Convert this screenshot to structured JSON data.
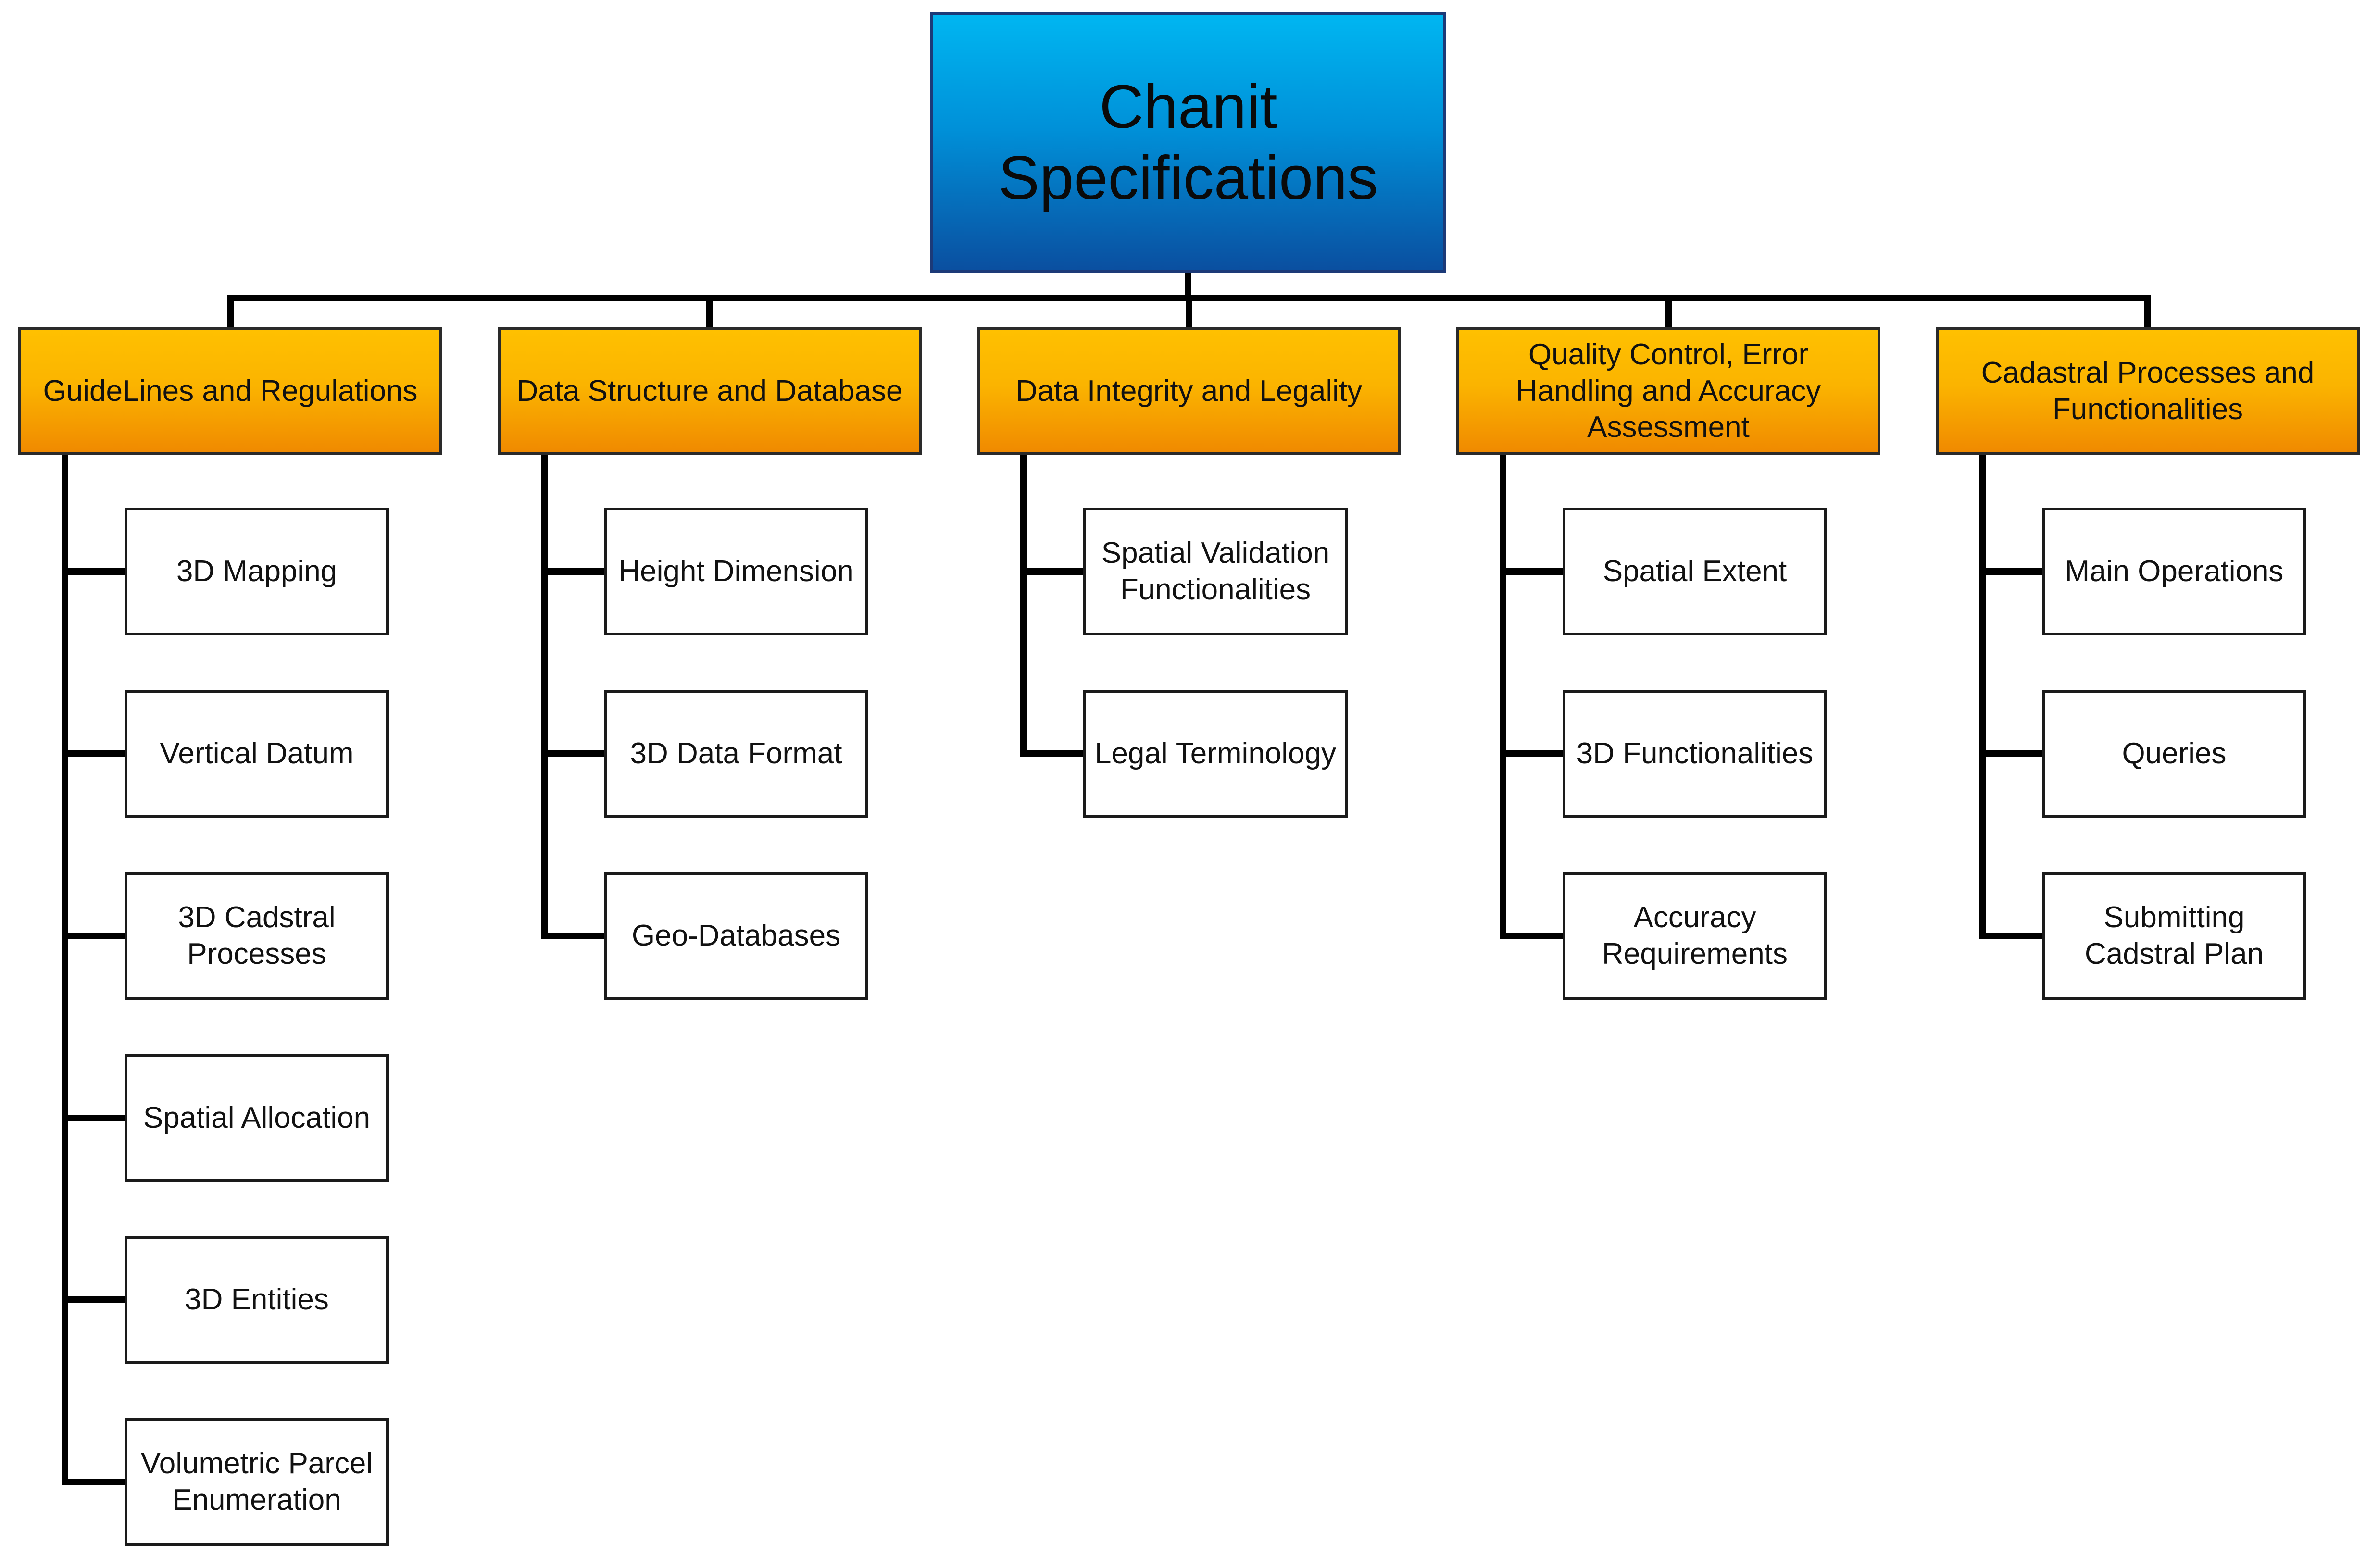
{
  "root": {
    "title": "Chanit\nSpecifications"
  },
  "categories": [
    {
      "label": "GuideLines and Regulations",
      "items": [
        "3D Mapping",
        "Vertical Datum",
        "3D Cadstral\nProcesses",
        "Spatial Allocation",
        "3D Entities",
        "Volumetric Parcel\nEnumeration"
      ]
    },
    {
      "label": "Data Structure and Database",
      "items": [
        "Height Dimension",
        "3D Data Format",
        "Geo-Databases"
      ]
    },
    {
      "label": "Data Integrity and Legality",
      "items": [
        "Spatial Validation\nFunctionalities",
        "Legal Terminology"
      ]
    },
    {
      "label": "Quality Control, Error\nHandling and Accuracy\nAssessment",
      "items": [
        "Spatial Extent",
        "3D Functionalities",
        "Accuracy\nRequirements"
      ]
    },
    {
      "label": "Cadastral Processes and\nFunctionalities",
      "items": [
        "Main Operations",
        "Queries",
        "Submitting\nCadstral Plan"
      ]
    }
  ],
  "colors": {
    "root_fill": "#0090d8",
    "category_fill": "#fbb400",
    "line": "#000000"
  }
}
